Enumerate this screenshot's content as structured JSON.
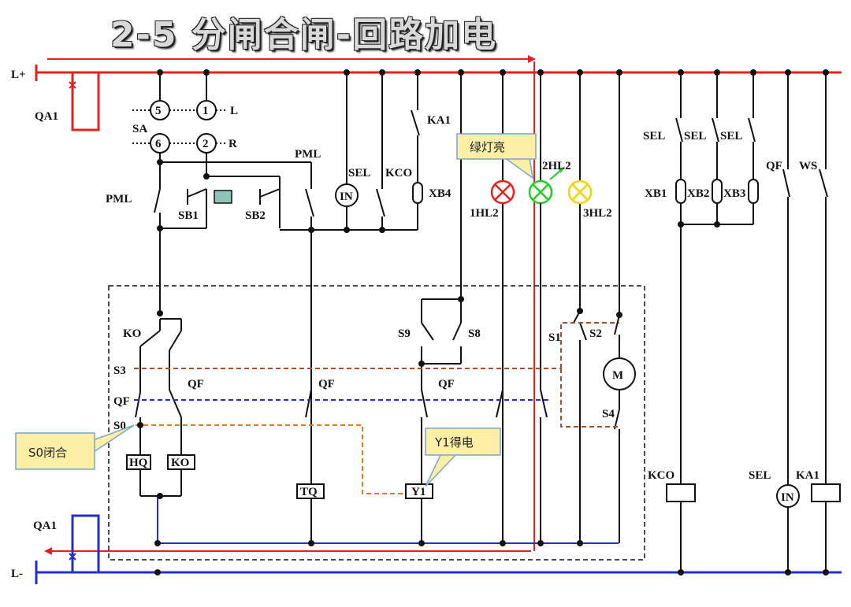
{
  "title": "2-5    分闸合闸-回路加电",
  "rails": {
    "positive": "L+",
    "negative": "L-"
  },
  "labels": {
    "qa1_top": "QA1",
    "qa1_bottom": "QA1",
    "sa": "SA",
    "n5": "5",
    "n1": "1",
    "n6": "6",
    "n2": "2",
    "L": "L",
    "R": "R",
    "pml_left": "PML",
    "pml_right": "PML",
    "sb1": "SB1",
    "sb2": "SB2",
    "sel": "SEL",
    "kco": "KCO",
    "ka1": "KA1",
    "xb4": "XB4",
    "in": "IN",
    "hl1": "1HL2",
    "hl2": "2HL2",
    "hl3": "3HL2",
    "ko": "KO",
    "s3": "S3",
    "qf_left": "QF",
    "qf_a": "QF",
    "s0": "S0",
    "hq": "HQ",
    "ko_box": "KO",
    "qf_mid": "QF",
    "tq": "TQ",
    "s9": "S9",
    "s8": "S8",
    "qf_y": "QF",
    "y1": "Y1",
    "s1": "S1",
    "s2": "S2",
    "m": "M",
    "s4": "S4",
    "sel1": "SEL",
    "sel2": "SEL",
    "sel3": "SEL",
    "xb1": "XB1",
    "xb2": "XB2",
    "xb3": "XB3",
    "qf_right": "QF",
    "ws": "WS",
    "kco_coil": "KCO",
    "sel_in": "SEL",
    "in2": "IN",
    "ka1_coil": "KA1"
  },
  "callouts": {
    "green_light": "绿灯亮",
    "s0_closed": "S0闭合",
    "y1_energized": "Y1得电"
  },
  "colors": {
    "positive": "#e8201e",
    "negative": "#1f2fd0",
    "callout_fill": "#fdf0a6",
    "callout_stroke": "#7aa5c9",
    "red_lamp": "#e8201e",
    "green_lamp": "#22cc22",
    "yellow_lamp": "#f2d400",
    "brown_dash": "#a0522d",
    "blue_dash": "#1f2fd0",
    "orange_dash": "#e07b16"
  }
}
